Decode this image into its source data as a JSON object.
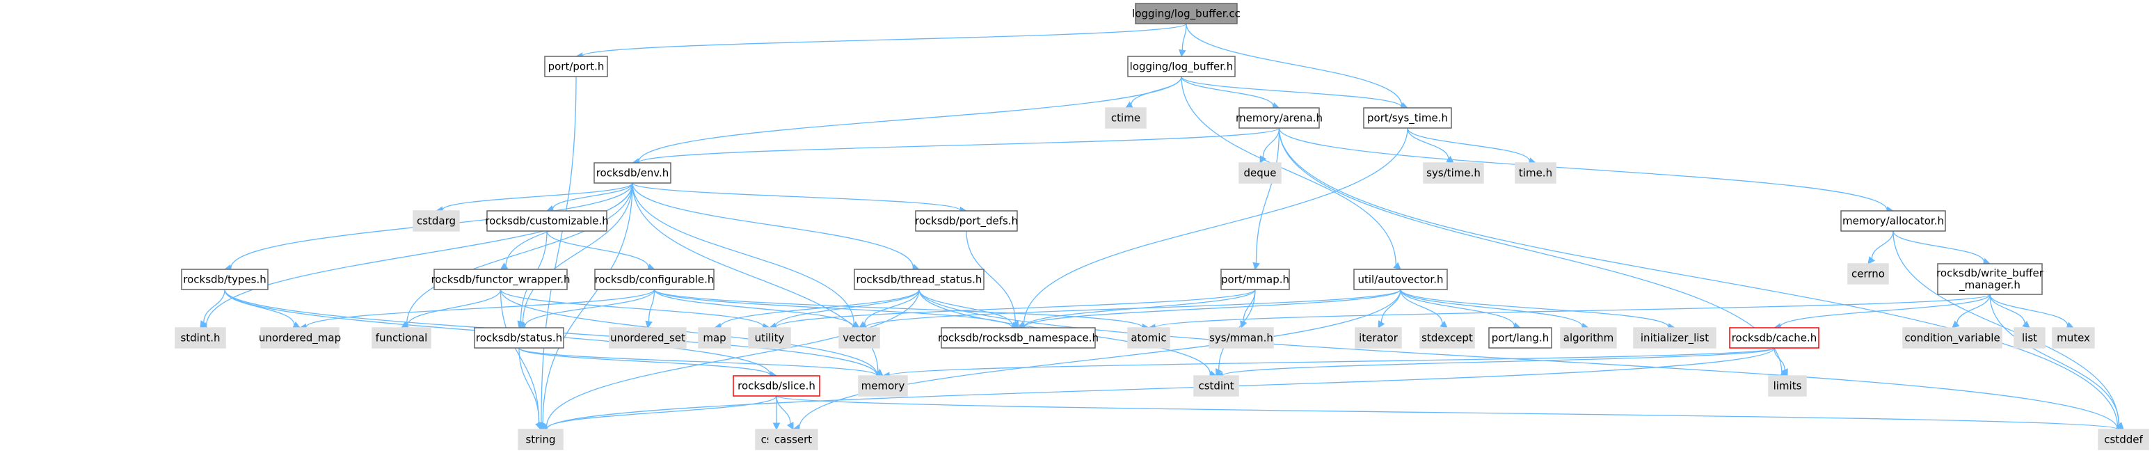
{
  "colors": {
    "edge": "#63b8ff",
    "root_fill": "#999999",
    "header_fill": "#ffffff",
    "header_stroke": "#666666",
    "external_fill": "#e0e0e0",
    "truncated_stroke": "#ff0000"
  },
  "nodes": [
    {
      "id": "root",
      "label": "logging/log_buffer.cc",
      "kind": "root"
    },
    {
      "id": "port_port",
      "label": "port/port.h",
      "kind": "header"
    },
    {
      "id": "log_buffer_h",
      "label": "logging/log_buffer.h",
      "kind": "header"
    },
    {
      "id": "port_sys_time",
      "label": "port/sys_time.h",
      "kind": "header"
    },
    {
      "id": "ctime",
      "label": "ctime",
      "kind": "external"
    },
    {
      "id": "memory_arena",
      "label": "memory/arena.h",
      "kind": "header"
    },
    {
      "id": "sys_time_h",
      "label": "sys/time.h",
      "kind": "external"
    },
    {
      "id": "time_h",
      "label": "time.h",
      "kind": "external"
    },
    {
      "id": "deque",
      "label": "deque",
      "kind": "external"
    },
    {
      "id": "env_h",
      "label": "rocksdb/env.h",
      "kind": "header"
    },
    {
      "id": "cstdarg",
      "label": "cstdarg",
      "kind": "external"
    },
    {
      "id": "customizable",
      "label": "rocksdb/customizable.h",
      "kind": "header"
    },
    {
      "id": "port_defs",
      "label": "rocksdb/port_defs.h",
      "kind": "header"
    },
    {
      "id": "allocator",
      "label": "memory/allocator.h",
      "kind": "header"
    },
    {
      "id": "cerrno",
      "label": "cerrno",
      "kind": "external"
    },
    {
      "id": "types_h",
      "label": "rocksdb/types.h",
      "kind": "header"
    },
    {
      "id": "functor_wrapper",
      "label": "rocksdb/functor_wrapper.h",
      "kind": "header"
    },
    {
      "id": "configurable",
      "label": "rocksdb/configurable.h",
      "kind": "header"
    },
    {
      "id": "thread_status",
      "label": "rocksdb/thread_status.h",
      "kind": "header"
    },
    {
      "id": "port_mmap",
      "label": "port/mmap.h",
      "kind": "header"
    },
    {
      "id": "autovector",
      "label": "util/autovector.h",
      "kind": "header"
    },
    {
      "id": "write_buffer_manager",
      "label": [
        "rocksdb/write_buffer",
        "_manager.h"
      ],
      "kind": "header"
    },
    {
      "id": "stdint_h",
      "label": "stdint.h",
      "kind": "external"
    },
    {
      "id": "unordered_map",
      "label": "unordered_map",
      "kind": "external"
    },
    {
      "id": "functional",
      "label": "functional",
      "kind": "external"
    },
    {
      "id": "status_h",
      "label": "rocksdb/status.h",
      "kind": "header"
    },
    {
      "id": "unordered_set",
      "label": "unordered_set",
      "kind": "external"
    },
    {
      "id": "map",
      "label": "map",
      "kind": "external"
    },
    {
      "id": "utility",
      "label": "utility",
      "kind": "external"
    },
    {
      "id": "vector",
      "label": "vector",
      "kind": "external"
    },
    {
      "id": "namespace_h",
      "label": "rocksdb/rocksdb_namespace.h",
      "kind": "header"
    },
    {
      "id": "atomic",
      "label": "atomic",
      "kind": "external"
    },
    {
      "id": "sys_mman",
      "label": "sys/mman.h",
      "kind": "external"
    },
    {
      "id": "iterator",
      "label": "iterator",
      "kind": "external"
    },
    {
      "id": "stdexcept",
      "label": "stdexcept",
      "kind": "external"
    },
    {
      "id": "port_lang",
      "label": "port/lang.h",
      "kind": "header"
    },
    {
      "id": "algorithm",
      "label": "algorithm",
      "kind": "external"
    },
    {
      "id": "initializer_list",
      "label": "initializer_list",
      "kind": "external"
    },
    {
      "id": "cache_h",
      "label": "rocksdb/cache.h",
      "kind": "truncated"
    },
    {
      "id": "condition_variable",
      "label": "condition_variable",
      "kind": "external"
    },
    {
      "id": "list",
      "label": "list",
      "kind": "external"
    },
    {
      "id": "mutex",
      "label": "mutex",
      "kind": "external"
    },
    {
      "id": "memory",
      "label": "memory",
      "kind": "external"
    },
    {
      "id": "cstdint",
      "label": "cstdint",
      "kind": "external"
    },
    {
      "id": "limits",
      "label": "limits",
      "kind": "external"
    },
    {
      "id": "slice_h",
      "label": "rocksdb/slice.h",
      "kind": "truncated"
    },
    {
      "id": "string",
      "label": "string",
      "kind": "external"
    },
    {
      "id": "cstdio",
      "label": "cstdio",
      "kind": "external"
    },
    {
      "id": "cassert",
      "label": "cassert",
      "kind": "external"
    },
    {
      "id": "cstddef",
      "label": "cstddef",
      "kind": "external"
    }
  ],
  "edges": [
    [
      "root",
      "port_port"
    ],
    [
      "root",
      "log_buffer_h"
    ],
    [
      "root",
      "port_sys_time"
    ],
    [
      "port_port",
      "string"
    ],
    [
      "log_buffer_h",
      "ctime"
    ],
    [
      "log_buffer_h",
      "memory_arena"
    ],
    [
      "log_buffer_h",
      "port_sys_time"
    ],
    [
      "log_buffer_h",
      "env_h"
    ],
    [
      "log_buffer_h",
      "autovector"
    ],
    [
      "port_sys_time",
      "sys_time_h"
    ],
    [
      "port_sys_time",
      "time_h"
    ],
    [
      "port_sys_time",
      "namespace_h"
    ],
    [
      "memory_arena",
      "deque"
    ],
    [
      "memory_arena",
      "env_h"
    ],
    [
      "memory_arena",
      "allocator"
    ],
    [
      "memory_arena",
      "port_mmap"
    ],
    [
      "memory_arena",
      "cstddef"
    ],
    [
      "memory_arena",
      "limits"
    ],
    [
      "env_h",
      "cstdarg"
    ],
    [
      "env_h",
      "customizable"
    ],
    [
      "env_h",
      "port_defs"
    ],
    [
      "env_h",
      "types_h"
    ],
    [
      "env_h",
      "functor_wrapper"
    ],
    [
      "env_h",
      "thread_status"
    ],
    [
      "env_h",
      "status_h"
    ],
    [
      "env_h",
      "stdint_h"
    ],
    [
      "env_h",
      "functional"
    ],
    [
      "env_h",
      "vector"
    ],
    [
      "env_h",
      "memory"
    ],
    [
      "env_h",
      "string"
    ],
    [
      "customizable",
      "configurable"
    ],
    [
      "customizable",
      "status_h"
    ],
    [
      "port_defs",
      "namespace_h"
    ],
    [
      "allocator",
      "cerrno"
    ],
    [
      "allocator",
      "write_buffer_manager"
    ],
    [
      "allocator",
      "cstddef"
    ],
    [
      "types_h",
      "stdint_h"
    ],
    [
      "types_h",
      "unordered_map"
    ],
    [
      "types_h",
      "slice_h"
    ],
    [
      "types_h",
      "memory"
    ],
    [
      "functor_wrapper",
      "functional"
    ],
    [
      "functor_wrapper",
      "utility"
    ],
    [
      "functor_wrapper",
      "memory"
    ],
    [
      "functor_wrapper",
      "string"
    ],
    [
      "configurable",
      "unordered_map"
    ],
    [
      "configurable",
      "unordered_set"
    ],
    [
      "configurable",
      "status_h"
    ],
    [
      "configurable",
      "vector"
    ],
    [
      "configurable",
      "namespace_h"
    ],
    [
      "configurable",
      "atomic"
    ],
    [
      "thread_status",
      "map"
    ],
    [
      "thread_status",
      "utility"
    ],
    [
      "thread_status",
      "vector"
    ],
    [
      "thread_status",
      "namespace_h"
    ],
    [
      "thread_status",
      "cstdint"
    ],
    [
      "thread_status",
      "string"
    ],
    [
      "thread_status",
      "cstddef"
    ],
    [
      "port_mmap",
      "sys_mman"
    ],
    [
      "port_mmap",
      "cstdint"
    ],
    [
      "port_mmap",
      "utility"
    ],
    [
      "port_mmap",
      "namespace_h"
    ],
    [
      "autovector",
      "iterator"
    ],
    [
      "autovector",
      "stdexcept"
    ],
    [
      "autovector",
      "port_lang"
    ],
    [
      "autovector",
      "algorithm"
    ],
    [
      "autovector",
      "initializer_list"
    ],
    [
      "autovector",
      "vector"
    ],
    [
      "autovector",
      "namespace_h"
    ],
    [
      "autovector",
      "cassert"
    ],
    [
      "write_buffer_manager",
      "cache_h"
    ],
    [
      "write_buffer_manager",
      "condition_variable"
    ],
    [
      "write_buffer_manager",
      "list"
    ],
    [
      "write_buffer_manager",
      "mutex"
    ],
    [
      "write_buffer_manager",
      "atomic"
    ],
    [
      "write_buffer_manager",
      "cstddef"
    ],
    [
      "cache_h",
      "memory"
    ],
    [
      "cache_h",
      "cstdint"
    ],
    [
      "cache_h",
      "limits"
    ],
    [
      "cache_h",
      "string"
    ],
    [
      "status_h",
      "slice_h"
    ],
    [
      "status_h",
      "memory"
    ],
    [
      "status_h",
      "string"
    ],
    [
      "slice_h",
      "cstdio"
    ],
    [
      "slice_h",
      "cassert"
    ],
    [
      "slice_h",
      "string"
    ],
    [
      "slice_h",
      "cstddef"
    ]
  ]
}
